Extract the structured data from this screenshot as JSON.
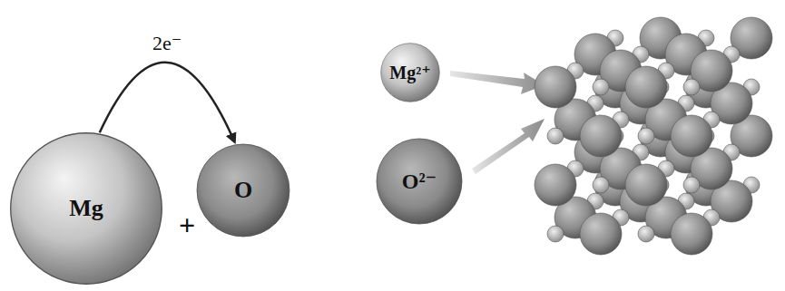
{
  "diagram": {
    "nodes": [
      {
        "text": [
          "Mg"
        ]
      },
      {
        "text": [
          "O"
        ]
      },
      {
        "text": [
          "Mg²⁺"
        ]
      },
      {
        "text": [
          "O²⁻"
        ]
      }
    ],
    "edges": [
      {
        "from": 0,
        "to": 1,
        "label": "2e⁻",
        "arrow": "to"
      }
    ],
    "labels": [
      "+"
    ]
  }
}
